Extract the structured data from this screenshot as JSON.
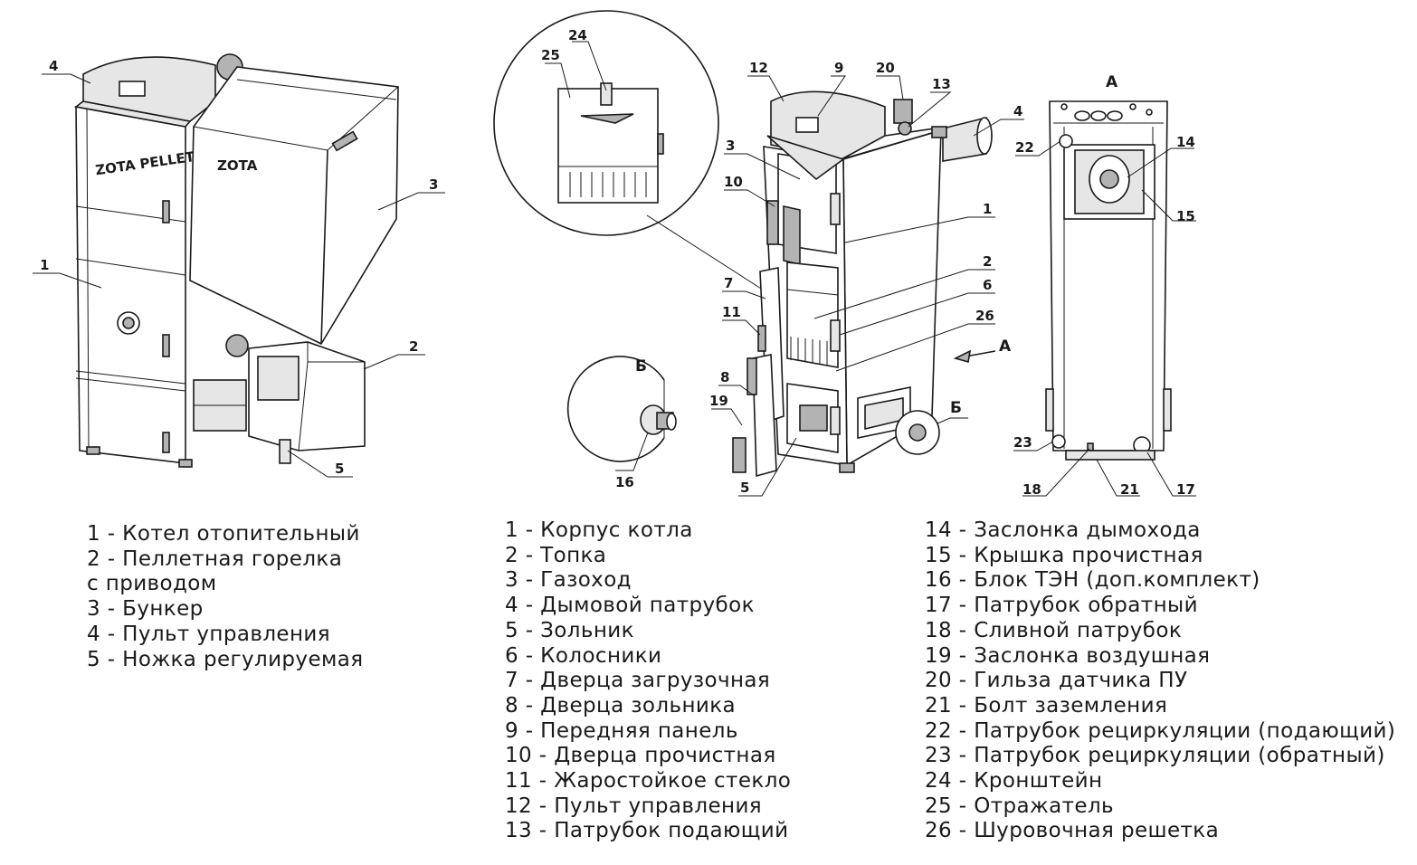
{
  "callouts": {
    "boiler_left": [
      "4",
      "3",
      "1",
      "2",
      "5"
    ],
    "inset": [
      "24",
      "25"
    ],
    "boiler_mid": [
      "12",
      "9",
      "20",
      "13",
      "4",
      "3",
      "10",
      "1",
      "2",
      "6",
      "26",
      "7",
      "11",
      "8",
      "19",
      "5",
      "16"
    ],
    "rear": [
      "14",
      "22",
      "15",
      "23",
      "18",
      "21",
      "17"
    ]
  },
  "view_labels": {
    "view_a": "А",
    "view_b": "Б"
  },
  "legend_left": [
    "1 - Котел отопительный",
    "2 - Пеллетная горелка",
    "с приводом",
    "3 - Бункер",
    "4 - Пульт управления",
    "5 - Ножка регулируемая"
  ],
  "legend_mid": [
    "1 - Корпус котла",
    "2 - Топка",
    "3 - Газоход",
    "4 - Дымовой патрубок",
    "5 - Зольник",
    "6 - Колосники",
    "7 - Дверца загрузочная",
    "8 - Дверца зольника",
    "9 - Передняя панель",
    "10 - Дверца прочистная",
    "11 - Жаростойкое стекло",
    "12 - Пульт управления",
    "13 - Патрубок подающий"
  ],
  "legend_right": [
    "14 - Заслонка дымохода",
    "15 - Крышка прочистная",
    "16 - Блок ТЭН (доп.комплект)",
    "17 - Патрубок обратный",
    "18 - Сливной патрубок",
    "19 - Заслонка воздушная",
    "20 - Гильза датчика ПУ",
    "21 - Болт заземления",
    "22 - Патрубок рециркуляции (подающий)",
    "23 - Патрубок рециркуляции (обратный)",
    "24 - Кронштейн",
    "25 - Отражатель",
    "26 - Шуровочная решетка"
  ]
}
